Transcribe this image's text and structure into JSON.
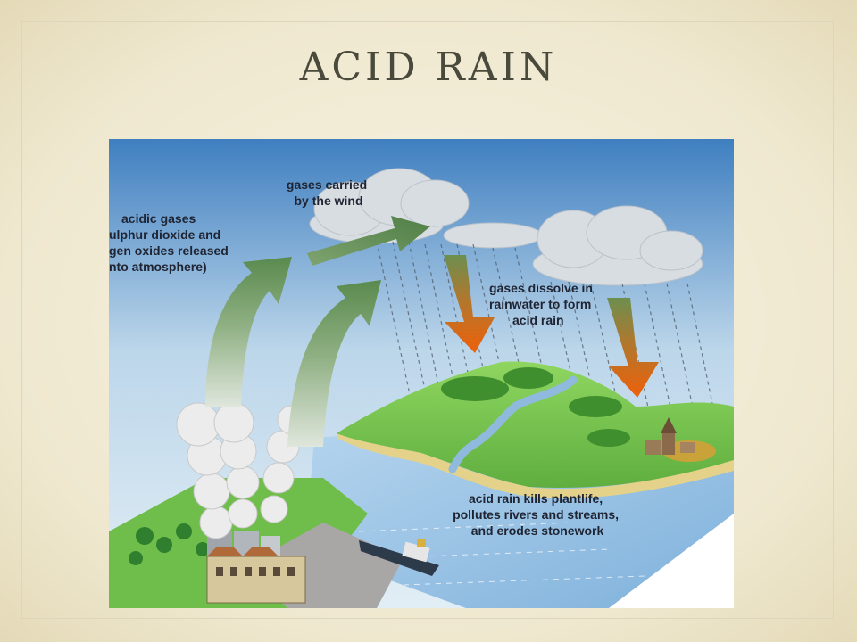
{
  "slide": {
    "title": "ACID RAIN"
  },
  "diagram": {
    "labels": {
      "released": [
        "acidic gases",
        "ulphur dioxide and",
        "gen oxides released",
        "nto atmosphere)"
      ],
      "wind": [
        "gases carried",
        "by the wind"
      ],
      "dissolve": [
        "gases dissolve in",
        "rainwater to form",
        "acid rain"
      ],
      "effects": [
        "acid rain kills plantlife,",
        "pollutes rivers and streams,",
        "and erodes stonework"
      ]
    },
    "colors": {
      "arrow_green": "#5f8a52",
      "arrow_orange": "#e8640c",
      "land": "#8ccf5a",
      "water": "#9ec7e6",
      "sky": "#3f7fc0"
    }
  }
}
